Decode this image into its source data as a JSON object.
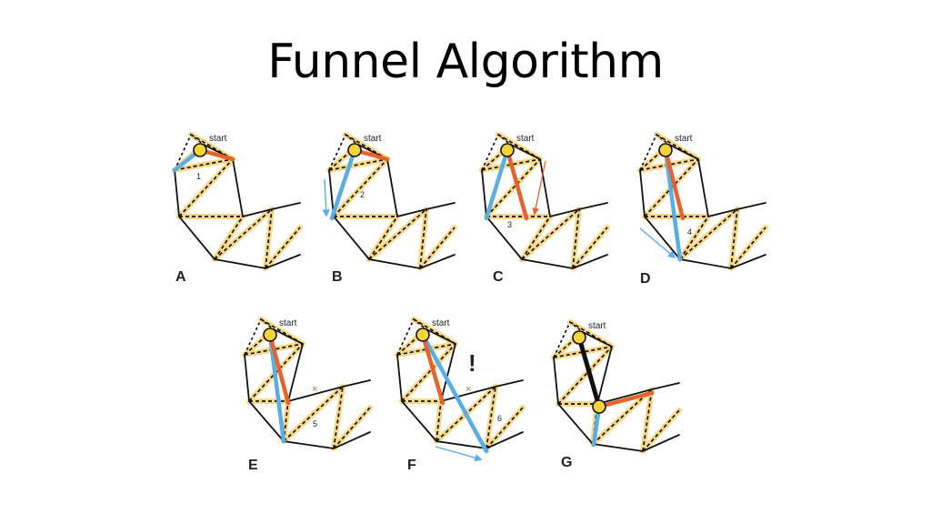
{
  "slide": {
    "title": "Funnel Algorithm"
  },
  "colors": {
    "left_edge": "#5aaee6",
    "right_edge": "#e8622b",
    "portal_fill": "#f8d98a",
    "path": "#111111",
    "apex": "#f5d43a"
  },
  "panels": [
    {
      "label": "A",
      "start_label": "start",
      "portal_number": "1"
    },
    {
      "label": "B",
      "start_label": "start",
      "portal_number": "2"
    },
    {
      "label": "C",
      "start_label": "start",
      "portal_number": "3"
    },
    {
      "label": "D",
      "start_label": "start",
      "portal_number": "4"
    },
    {
      "label": "E",
      "start_label": "start",
      "portal_number": "5",
      "mark": "×"
    },
    {
      "label": "F",
      "start_label": "start",
      "portal_number": "6",
      "mark": "×",
      "alert": "!"
    },
    {
      "label": "G",
      "start_label": "start"
    }
  ]
}
